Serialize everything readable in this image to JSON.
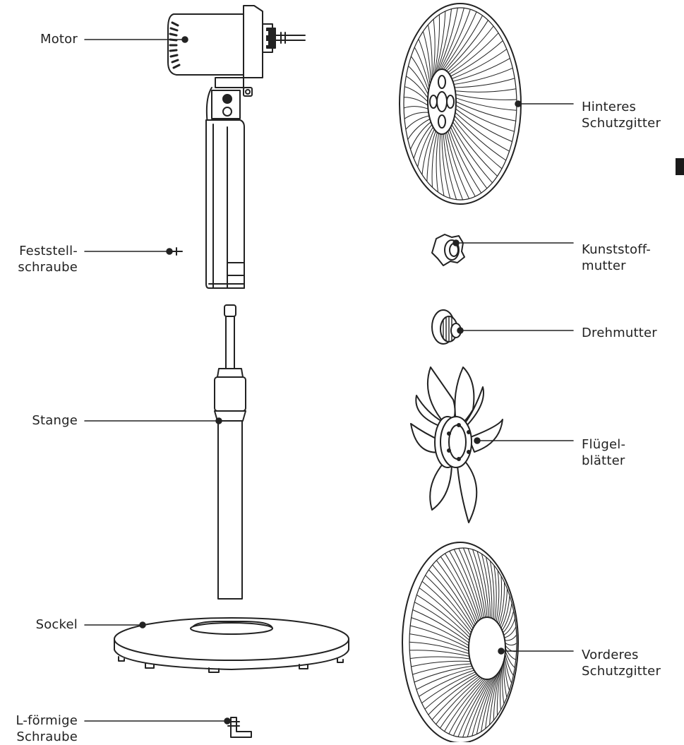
{
  "labels": {
    "motor": "Motor",
    "feststell_1": "Feststell-",
    "feststell_2": "schraube",
    "stange": "Stange",
    "sockel": "Sockel",
    "lschraube_1": "L-förmige",
    "lschraube_2": "Schraube",
    "hinteres_1": "Hinteres",
    "hinteres_2": "Schutzgitter",
    "kunststoff_1": "Kunststoff-",
    "kunststoff_2": "mutter",
    "drehmutter": "Drehmutter",
    "fluegel_1": "Flügel-",
    "fluegel_2": "blätter",
    "vorderes_1": "Vorderes",
    "vorderes_2": "Schutzgitter"
  },
  "colors": {
    "line": "#222222",
    "fill": "#ffffff",
    "edge_tab": "#1a1a1a"
  }
}
